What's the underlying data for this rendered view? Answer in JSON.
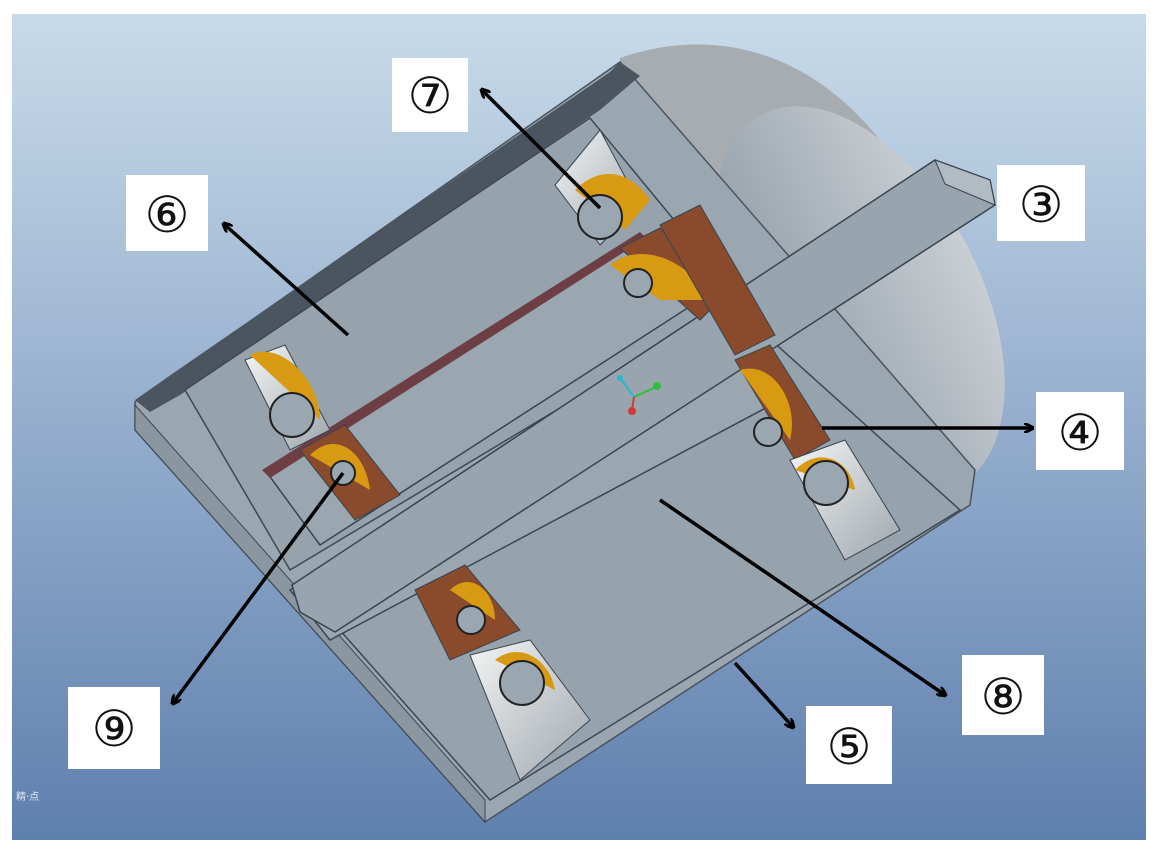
{
  "labels": {
    "l3": "③",
    "l4": "④",
    "l5": "⑤",
    "l6": "⑥",
    "l7": "⑦",
    "l8": "⑧",
    "l9": "⑨"
  },
  "corner_text": "精·点",
  "colors": {
    "bg_top": "#c3d6e6",
    "bg_bottom": "#6482b0",
    "body_gray": "#9ba7b1",
    "face_gray": "#8f9ba5",
    "edge_dark": "#3c4650",
    "magnet_brown": "#8a4a2c",
    "coil_gold": "#d79a12"
  }
}
